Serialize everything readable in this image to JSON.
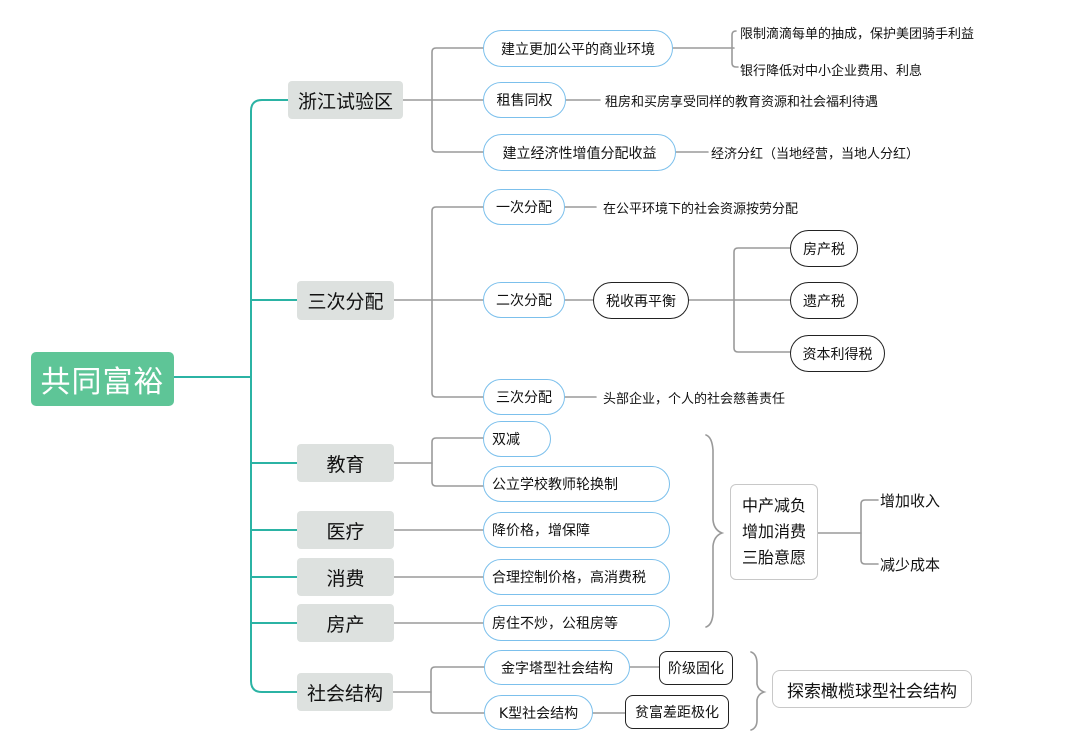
{
  "root": {
    "label": "共同富裕"
  },
  "colors": {
    "root_fill": "#5ec597",
    "trunk_line": "#2bb3a4",
    "branch_line": "#9a9a9a",
    "sub_border": "#7cc0ec",
    "main_fill": "#dde1df"
  },
  "branches": {
    "zhejiang": {
      "label": "浙江试验区",
      "children": [
        {
          "label": "建立更加公平的商业环境",
          "details": [
            "限制滴滴每单的抽成，保护美团骑手利益",
            "银行降低对中小企业费用、利息"
          ]
        },
        {
          "label": "租售同权",
          "details": [
            "租房和买房享受同样的教育资源和社会福利待遇"
          ]
        },
        {
          "label": "建立经济性增值分配收益",
          "details": [
            "经济分红（当地经营，当地人分红）"
          ]
        }
      ]
    },
    "distribution": {
      "label": "三次分配",
      "children": [
        {
          "label": "一次分配",
          "details": [
            "在公平环境下的社会资源按劳分配"
          ]
        },
        {
          "label": "二次分配",
          "mechanism": "税收再平衡",
          "taxes": [
            "房产税",
            "遗产税",
            "资本利得税"
          ]
        },
        {
          "label": "三次分配",
          "details": [
            "头部企业，个人的社会慈善责任"
          ]
        }
      ]
    },
    "education": {
      "label": "教育",
      "children": [
        "双减",
        "公立学校教师轮换制"
      ]
    },
    "medical": {
      "label": "医疗",
      "children": [
        "降价格，增保障"
      ]
    },
    "consumption": {
      "label": "消费",
      "children": [
        "合理控制价格，高消费税"
      ]
    },
    "housing": {
      "label": "房产",
      "children": [
        "房住不炒，公租房等"
      ]
    },
    "social": {
      "label": "社会结构",
      "children": [
        {
          "label": "金字塔型社会结构",
          "result": "阶级固化"
        },
        {
          "label": "K型社会结构",
          "result": "贫富差距极化"
        }
      ],
      "summary": "探索橄榄球型社会结构"
    }
  },
  "summary_box": {
    "lines": [
      "中产减负",
      "增加消费",
      "三胎意愿"
    ],
    "outcomes": [
      "增加收入",
      "减少成本"
    ]
  }
}
